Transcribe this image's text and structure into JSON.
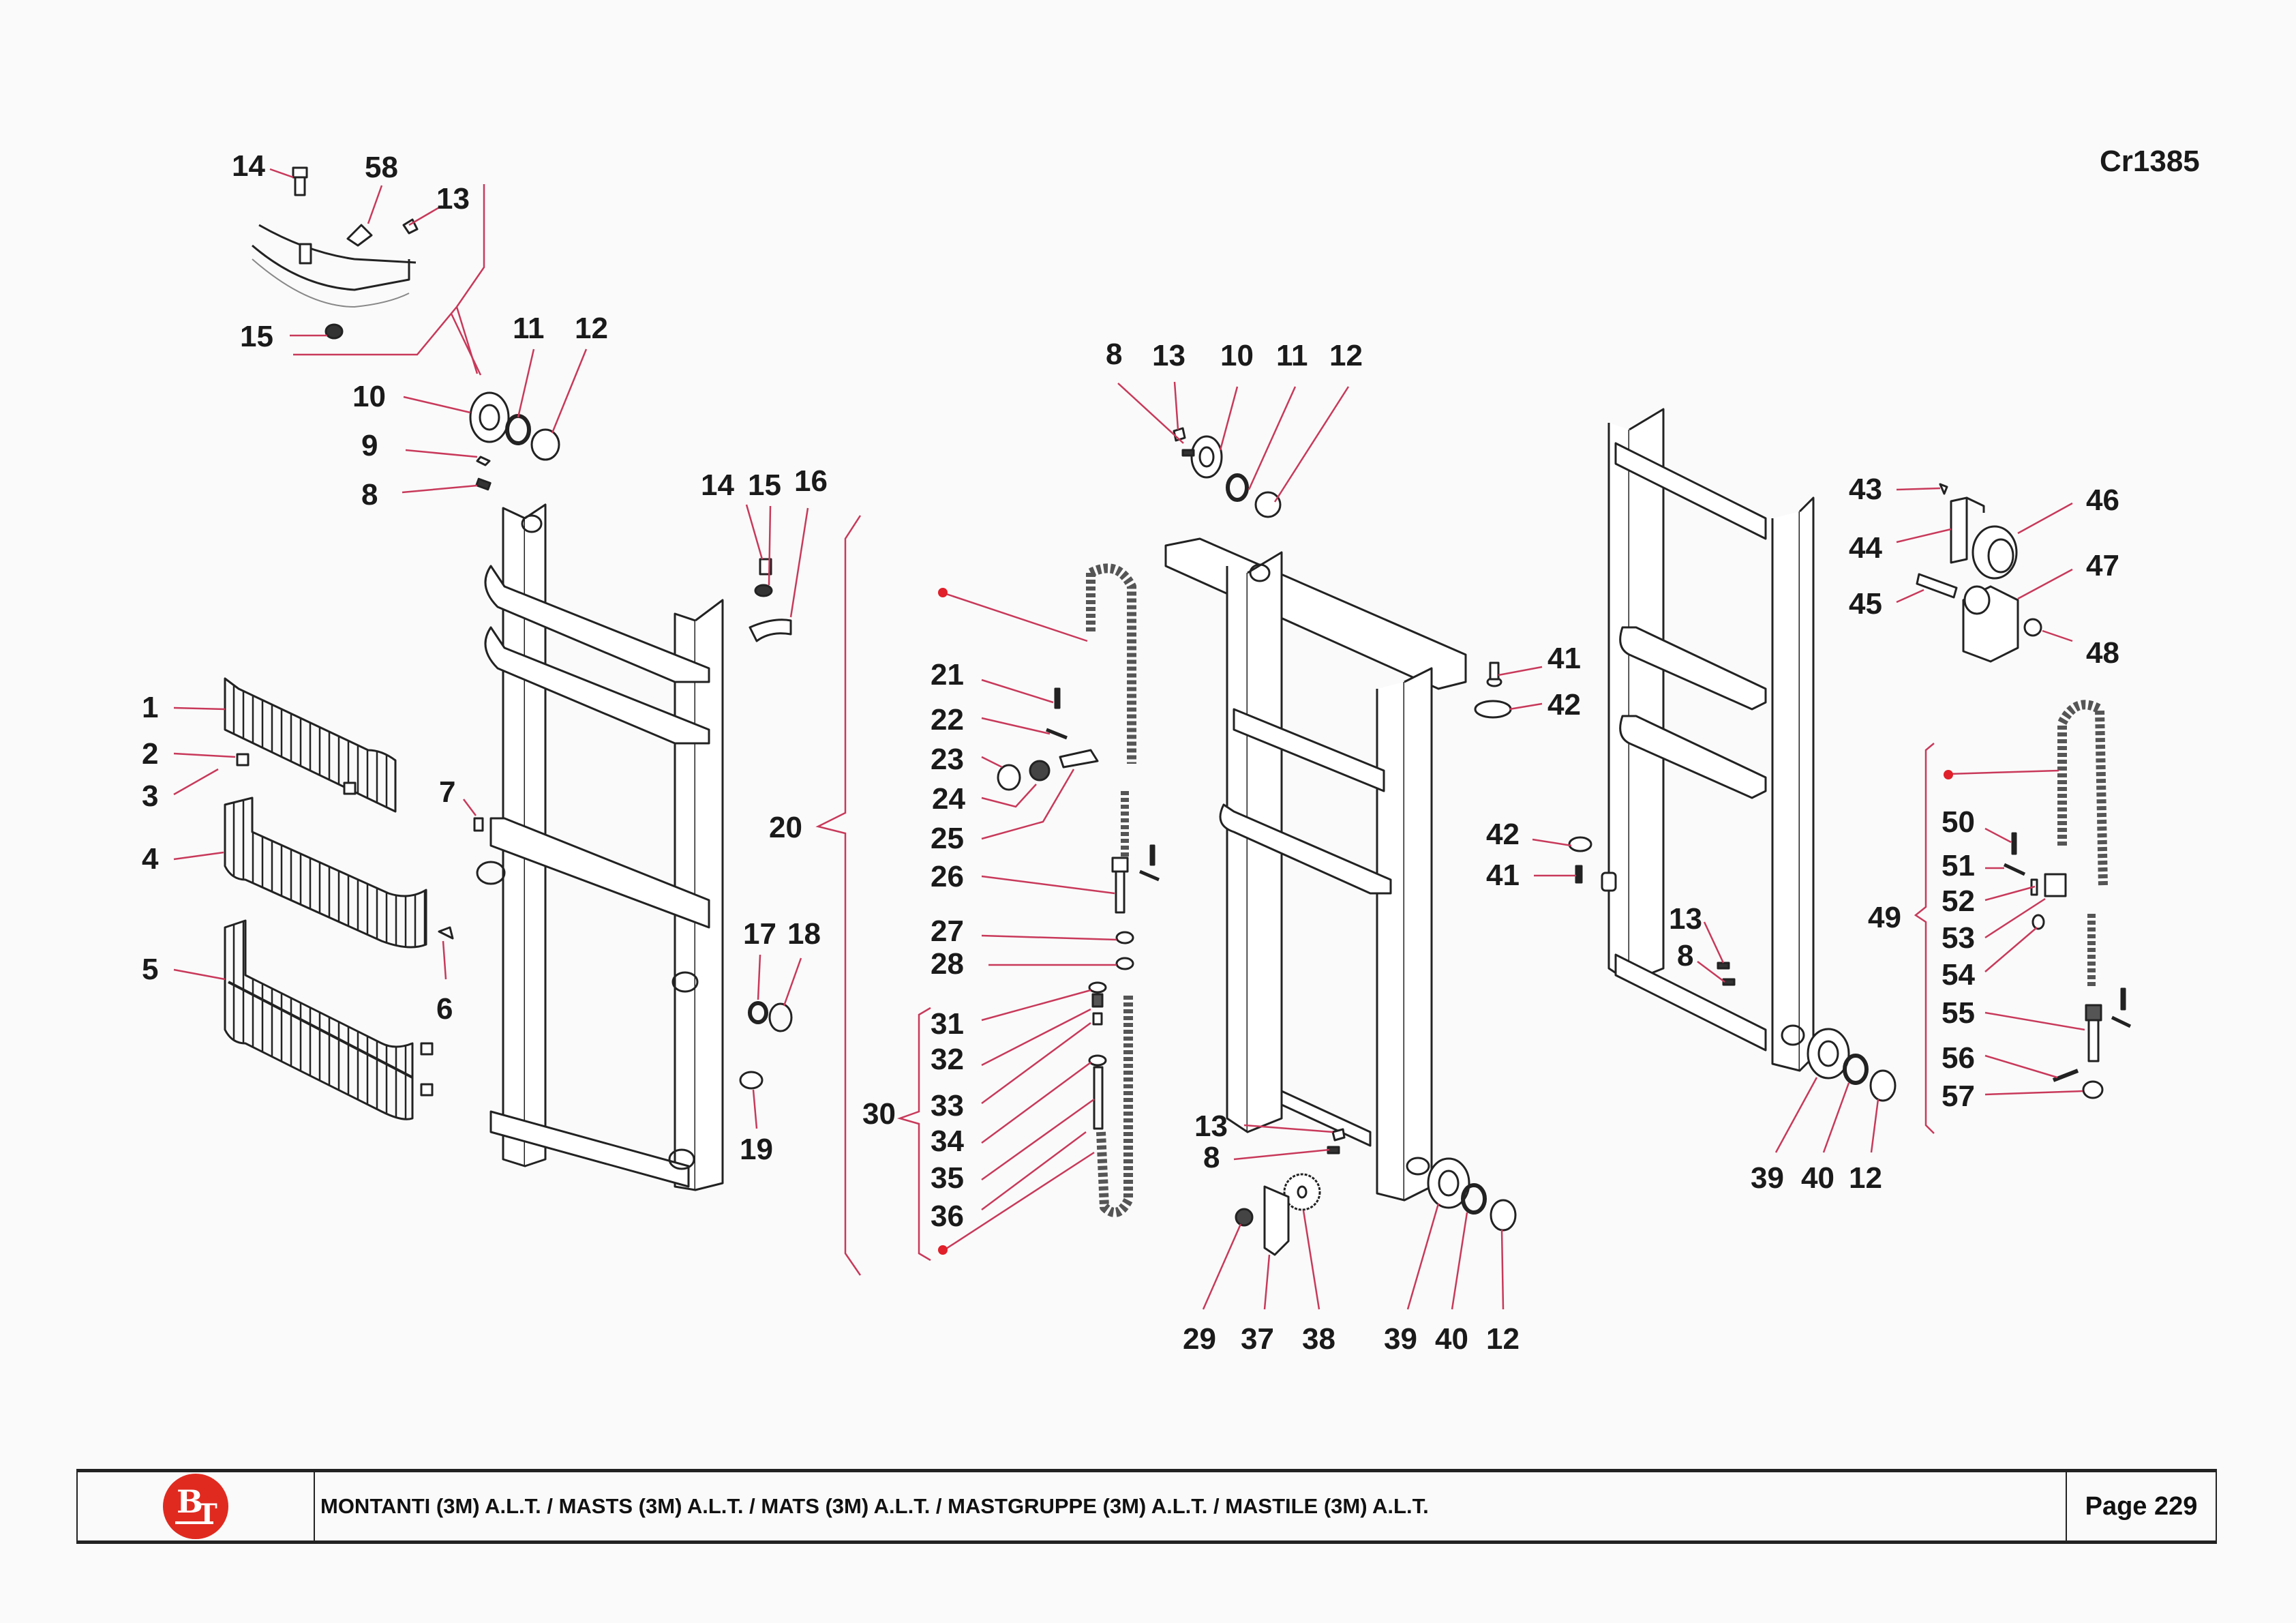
{
  "drawing_code": "Cr1385",
  "footer": {
    "logo": "BT",
    "title": "MONTANTI (3M) A.L.T. / MASTS (3M) A.L.T. / MATS (3M) A.L.T. / MASTGRUPPE (3M) A.L.T. / MASTILE (3M) A.L.T.",
    "page": "Page 229"
  },
  "colors": {
    "leader": "#c8395a",
    "dot": "#e0202a",
    "line": "#222222",
    "logo": "#e02a20"
  },
  "callouts": {
    "top_left": [
      {
        "n": "14"
      },
      {
        "n": "58"
      },
      {
        "n": "13"
      },
      {
        "n": "15"
      },
      {
        "n": "11"
      },
      {
        "n": "12"
      },
      {
        "n": "10"
      },
      {
        "n": "9"
      },
      {
        "n": "8"
      }
    ],
    "guards": [
      {
        "n": "1"
      },
      {
        "n": "2"
      },
      {
        "n": "3"
      },
      {
        "n": "4"
      },
      {
        "n": "5"
      },
      {
        "n": "6"
      },
      {
        "n": "7"
      }
    ],
    "outer_mast": [
      {
        "n": "14"
      },
      {
        "n": "15"
      },
      {
        "n": "16"
      },
      {
        "n": "17"
      },
      {
        "n": "18"
      },
      {
        "n": "19"
      },
      {
        "n": "20"
      }
    ],
    "chain_group": [
      {
        "n": "21"
      },
      {
        "n": "22"
      },
      {
        "n": "23"
      },
      {
        "n": "24"
      },
      {
        "n": "25"
      },
      {
        "n": "26"
      },
      {
        "n": "27"
      },
      {
        "n": "28"
      },
      {
        "n": "30"
      },
      {
        "n": "31"
      },
      {
        "n": "32"
      },
      {
        "n": "33"
      },
      {
        "n": "34"
      },
      {
        "n": "35"
      },
      {
        "n": "36"
      }
    ],
    "middle_mast_top": [
      {
        "n": "8"
      },
      {
        "n": "13"
      },
      {
        "n": "10"
      },
      {
        "n": "11"
      },
      {
        "n": "12"
      }
    ],
    "middle_mast_bottom": [
      {
        "n": "13"
      },
      {
        "n": "8"
      },
      {
        "n": "29"
      },
      {
        "n": "37"
      },
      {
        "n": "38"
      },
      {
        "n": "39"
      },
      {
        "n": "40"
      },
      {
        "n": "12"
      }
    ],
    "inner_mast": [
      {
        "n": "41"
      },
      {
        "n": "42"
      },
      {
        "n": "42"
      },
      {
        "n": "41"
      },
      {
        "n": "13"
      },
      {
        "n": "8"
      },
      {
        "n": "39"
      },
      {
        "n": "40"
      },
      {
        "n": "12"
      }
    ],
    "pulley": [
      {
        "n": "43"
      },
      {
        "n": "44"
      },
      {
        "n": "45"
      },
      {
        "n": "46"
      },
      {
        "n": "47"
      },
      {
        "n": "48"
      }
    ],
    "chain_group_2": [
      {
        "n": "49"
      },
      {
        "n": "50"
      },
      {
        "n": "51"
      },
      {
        "n": "52"
      },
      {
        "n": "53"
      },
      {
        "n": "54"
      },
      {
        "n": "55"
      },
      {
        "n": "56"
      },
      {
        "n": "57"
      }
    ]
  }
}
